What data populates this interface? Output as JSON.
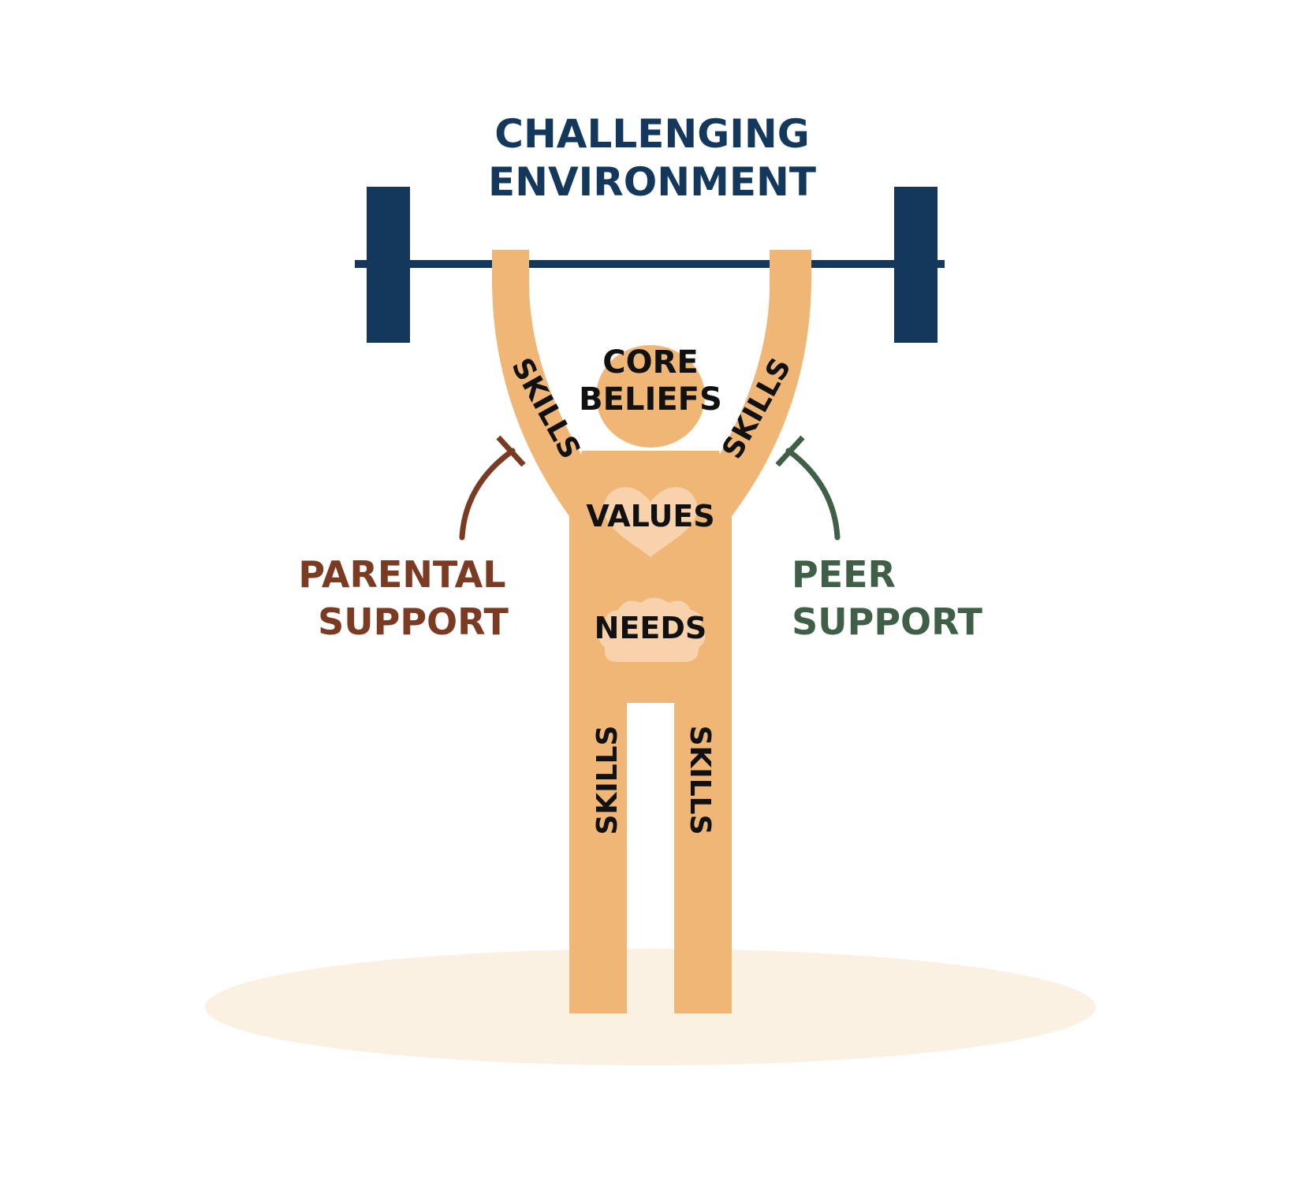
{
  "title": {
    "line1": "CHALLENGING",
    "line2": "ENVIRONMENT"
  },
  "left_support": {
    "line1": "PARENTAL",
    "line2": "SUPPORT"
  },
  "right_support": {
    "line1": "PEER",
    "line2": "SUPPORT"
  },
  "head": {
    "line1": "CORE",
    "line2": "BELIEFS"
  },
  "chest": "VALUES",
  "belly": "NEEDS",
  "limbs": {
    "left_arm": "SKILLS",
    "right_arm": "SKILLS",
    "left_leg": "SKILLS",
    "right_leg": "SKILLS"
  },
  "colors": {
    "navy": "#13385c",
    "body": "#efb676",
    "brown": "#7b3a22",
    "green": "#3f5f47",
    "ground": "#fbf1e2"
  }
}
